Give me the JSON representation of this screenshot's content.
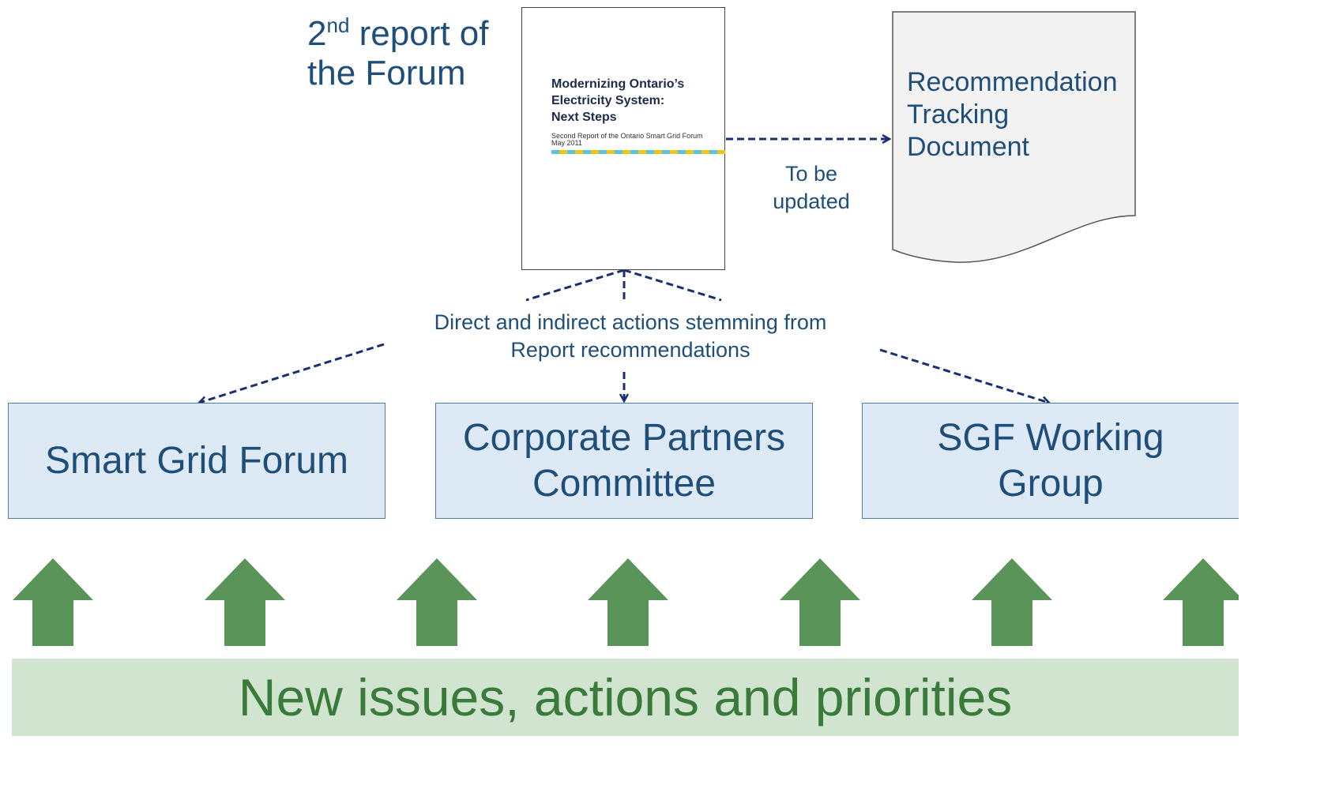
{
  "report_label": {
    "number": "2",
    "ordinal_suffix": "nd",
    "line1_rest": " report of",
    "line2": "the Forum"
  },
  "report_cover": {
    "title_line1": "Modernizing Ontario’s",
    "title_line2": "Electricity System:",
    "title_line3": "Next Steps",
    "subtitle": "Second Report of the Ontario Smart Grid Forum",
    "date": "May 2011",
    "stripe_colors": [
      "#5bc4d6",
      "#f0c419"
    ]
  },
  "to_be_updated": {
    "line1": "To be",
    "line2": "updated"
  },
  "tracking_document": {
    "line1": "Recommendation",
    "line2": "Tracking",
    "line3": "Document"
  },
  "actions_caption": {
    "line1": "Direct and indirect actions stemming from",
    "line2": "Report recommendations"
  },
  "boxes": [
    {
      "line1": "Smart Grid Forum",
      "line2": ""
    },
    {
      "line1": "Corporate Partners",
      "line2": "Committee"
    },
    {
      "line1": "SGF Working",
      "line2": "Group"
    }
  ],
  "issues_bar": {
    "label": "New issues, actions and priorities"
  },
  "colors": {
    "primary_text": "#1f4e79",
    "arrow_dashed": "#1b2e6e",
    "box_fill": "#dde9f5",
    "box_border": "#4f7ba8",
    "up_arrow": "#5a9458",
    "issues_bar_fill": "#d0e4d0",
    "issues_text": "#3a7a3a",
    "document_fill": "#f2f2f2"
  },
  "icons": {
    "up_arrows": "up-arrow-icon",
    "document_shape": "document-icon"
  }
}
